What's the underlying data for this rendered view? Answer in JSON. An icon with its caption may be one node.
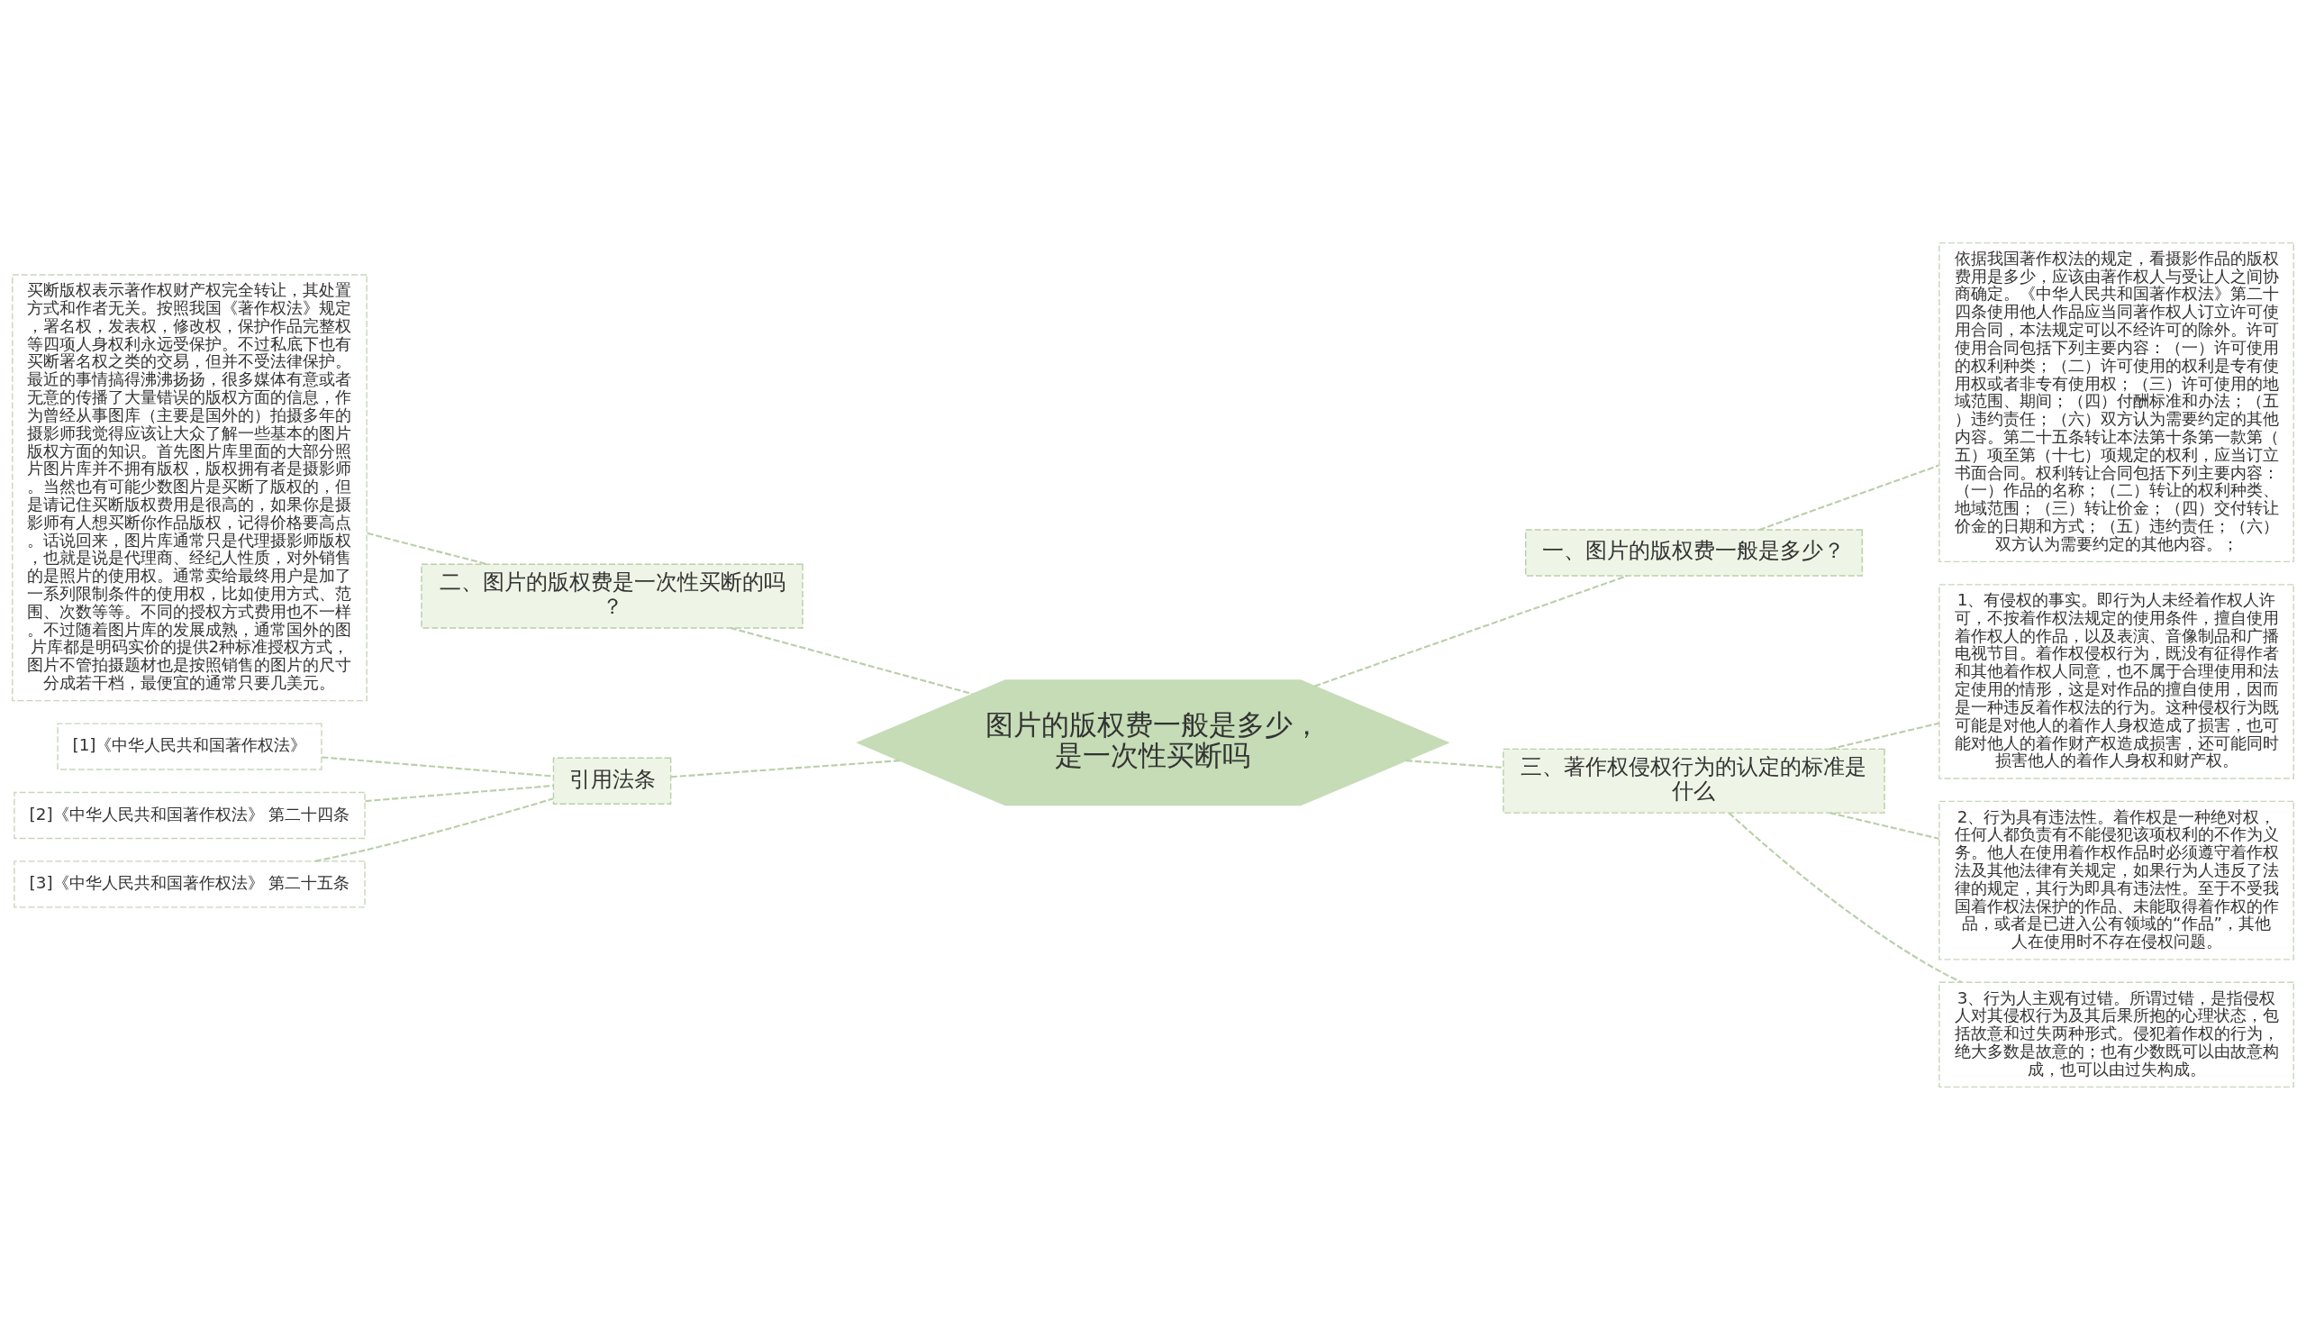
{
  "diagram": {
    "nodes": [
      {
        "text": [
          "图片的版权费一般是多少，是一次性买断吗"
        ]
      },
      {
        "text": [
          "一、图片的版权费一般是多少？"
        ]
      },
      {
        "text": [
          "依据我国著作权法的规定，看摄影作品的版权费用是多少，应该由著作权人与受让人之间协商确定。《中华人民共和国著作权法》第二十四条使用他人作品应当同著作权人订立许可使用合同，本法规定可以不经许可的除外。许可使用合同包括下列主要内容：（一）许可使用的权利种类；（二）许可使用的权利是专有使用权或者非专有使用权；（三）许可使用的地域范围、期间；（四）付酬标准和办法；（五）违约责任；（六）双方认为需要约定的其他内容。第二十五条转让本法第十条第一款第（五）项至第（十七）项规定的权利，应当订立书面合同。权利转让合同包括下列主要内容：（一）作品的名称；（二）转让的权利种类、地域范围；（三）转让价金；（四）交付转让价金的日期和方式；（五）违约责任；（六）双方认为需要约定的其他内容。；"
        ]
      },
      {
        "text": [
          "二、图片的版权费是一次性买断的吗？"
        ]
      },
      {
        "text": [
          "买断版权表示著作权财产权完全转让，其处置方式和作者无关。按照我国《著作权法》规定，署名权，发表权，修改权，保护作品完整权等四项人身权利永远受保护。不过私底下也有买断署名权之类的交易，但并不受法律保护。最近的事情搞得沸沸扬扬，很多媒体有意或者无意的传播了大量错误的版权方面的信息，作为曾经从事图库（主要是国外的）拍摄多年的摄影师我觉得应该让大众了解一些基本的图片版权方面的知识。首先图片库里面的大部分照片图片库并不拥有版权，版权拥有者是摄影师。当然也有可能少数图片是买断了版权的，但是请记住买断版权费用是很高的，如果你是摄影师有人想买断你作品版权，记得价格要高点。话说回来，图片库通常只是代理摄影师版权，也就是说是代理商、经纪人性质，对外销售的是照片的使用权。通常卖给最终用户是加了一系列限制条件的使用权，比如使用方式、范围、次数等等。不同的授权方式费用也不一样。不过随着图片库的发展成熟，通常国外的图片库都是明码实价的提供2种标准授权方式，图片不管拍摄题材也是按照销售的图片的尺寸分成若干档，最便宜的通常只要几美元。"
        ]
      },
      {
        "text": [
          "三、著作权侵权行为的认定的标准是什么"
        ]
      },
      {
        "text": [
          "1、有侵权的事实。即行为人未经着作权人许可，不按着作权法规定的使用条件，擅自使用着作权人的作品，以及表演、音像制品和广播电视节目。着作权侵权行为，既没有征得作者和其他着作权人同意，也不属于合理使用和法定使用的情形，这是对作品的擅自使用，因而是一种违反着作权法的行为。这种侵权行为既可能是对他人的着作人身权造成了损害，也可能对他人的着作财产权造成损害，还可能同时损害他人的着作人身权和财产权。"
        ]
      },
      {
        "text": [
          "2、行为具有违法性。着作权是一种绝对权，任何人都负责有不能侵犯该项权利的不作为义务。他人在使用着作权作品时必须遵守着作权法及其他法律有关规定，如果行为人违反了法律的规定，其行为即具有违法性。至于不受我国着作权法保护的作品、未能取得着作权的作品，或者是已进入公有领域的“作品”，其他人在使用时不存在侵权问题。"
        ]
      },
      {
        "text": [
          "3、行为人主观有过错。所谓过错，是指侵权人对其侵权行为及其后果所抱的心理状态，包括故意和过失两种形式。侵犯着作权的行为，绝大多数是故意的；也有少数既可以由故意构成，也可以由过失构成。"
        ]
      },
      {
        "text": [
          "引用法条"
        ]
      },
      {
        "text": [
          "[1]《中华人民共和国著作权法》"
        ]
      },
      {
        "text": [
          "[2]《中华人民共和国著作权法》 第二十四条"
        ]
      },
      {
        "text": [
          "[3]《中华人民共和国著作权法》 第二十五条"
        ]
      }
    ],
    "edges": [
      {
        "from": 0,
        "to": 1,
        "arrow": "none"
      },
      {
        "from": 1,
        "to": 2,
        "arrow": "none"
      },
      {
        "from": 4,
        "to": 3,
        "arrow": "none"
      },
      {
        "from": 3,
        "to": 0,
        "arrow": "none"
      },
      {
        "from": 0,
        "to": 5,
        "arrow": "none"
      },
      {
        "from": 5,
        "to": 6,
        "arrow": "none"
      },
      {
        "from": 5,
        "to": 7,
        "arrow": "none"
      },
      {
        "from": 5,
        "to": 8,
        "arrow": "none"
      },
      {
        "from": 10,
        "to": 9,
        "arrow": "none"
      },
      {
        "from": 11,
        "to": 9,
        "arrow": "none"
      },
      {
        "from": 12,
        "to": 9,
        "arrow": "none"
      },
      {
        "from": 9,
        "to": 0,
        "arrow": "none"
      }
    ]
  }
}
